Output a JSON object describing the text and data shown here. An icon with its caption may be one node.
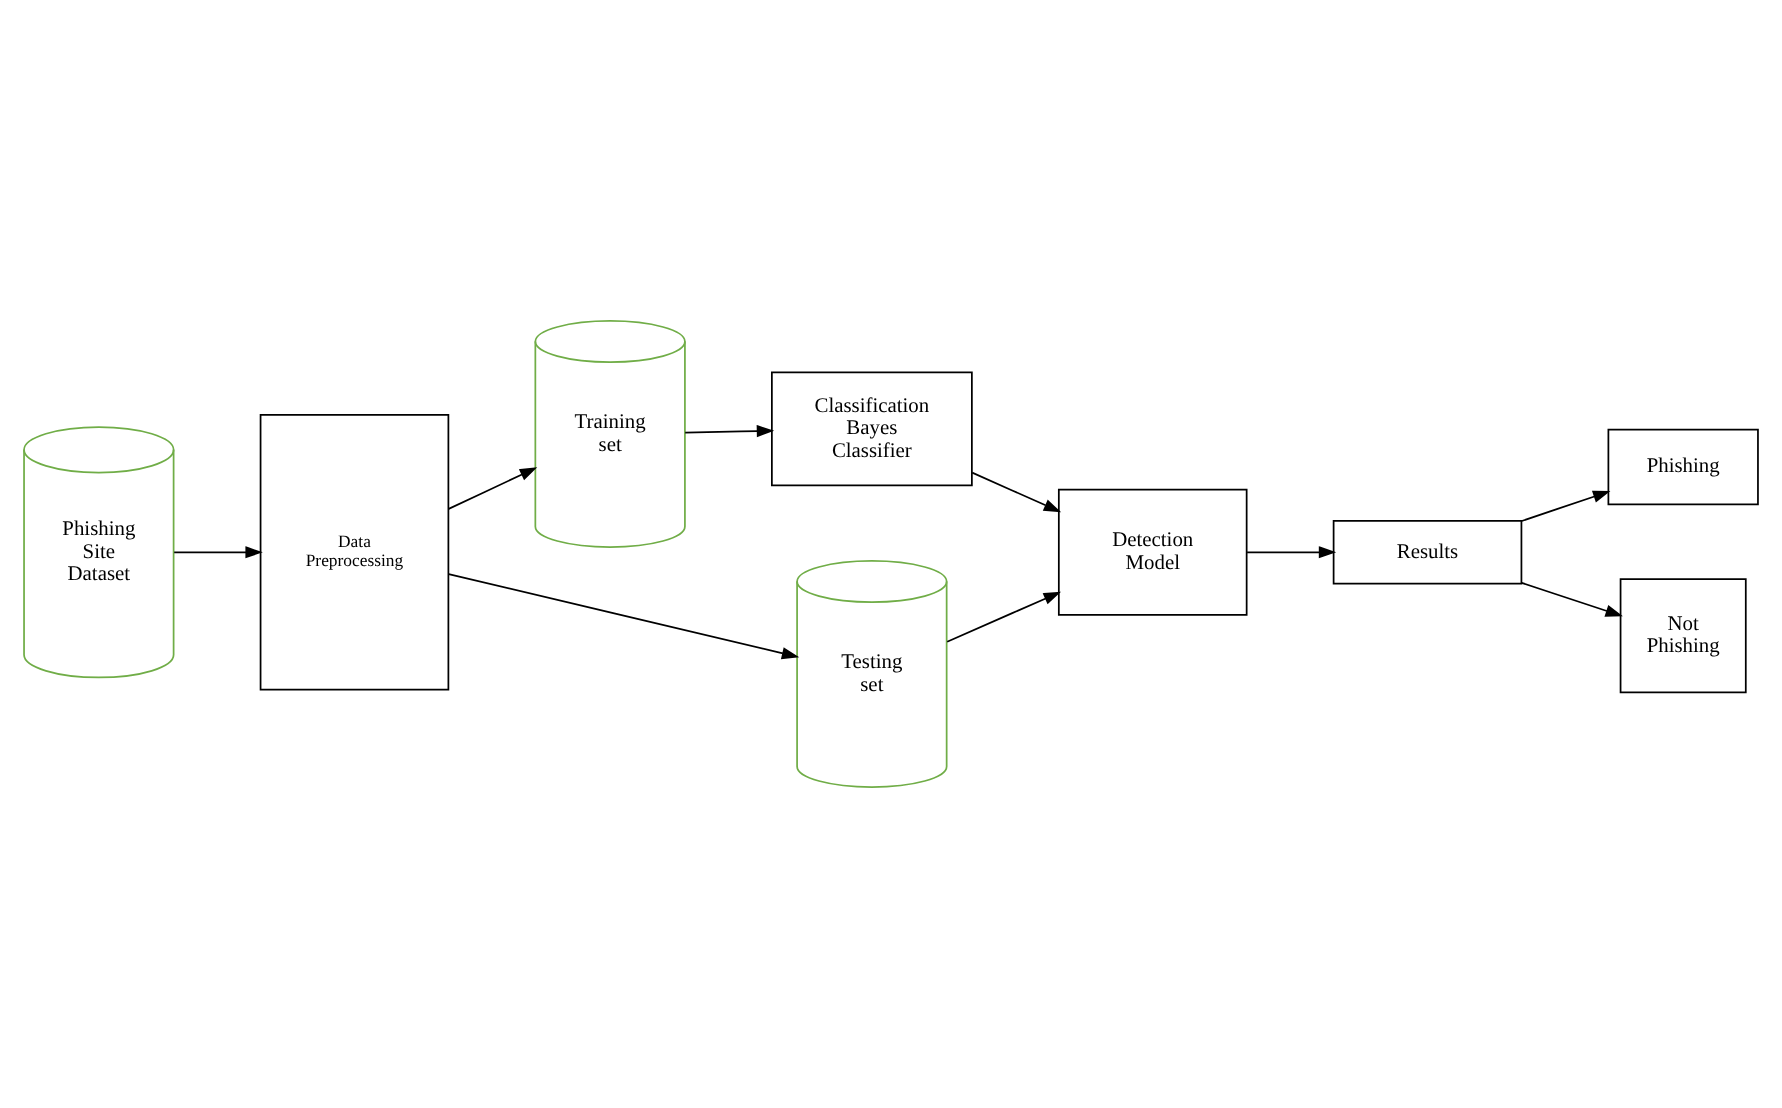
{
  "diagram": {
    "nodes": [
      {
        "text": [
          "Phishing Site Dataset"
        ]
      },
      {
        "text": [
          "Data Preprocessing"
        ]
      },
      {
        "text": [
          "Training set"
        ]
      },
      {
        "text": [
          "Testing set"
        ]
      },
      {
        "text": [
          "Classification Bayes Classifier"
        ]
      },
      {
        "text": [
          "Detection Model"
        ]
      },
      {
        "text": [
          "Results"
        ]
      },
      {
        "text": [
          "Phishing"
        ]
      },
      {
        "text": [
          "Not Phishing"
        ]
      }
    ],
    "edges": [
      {
        "from": 0,
        "to": 1,
        "arrow": "to"
      },
      {
        "from": 1,
        "to": 2,
        "arrow": "to"
      },
      {
        "from": 1,
        "to": 3,
        "arrow": "to"
      },
      {
        "from": 2,
        "to": 4,
        "arrow": "to"
      },
      {
        "from": 4,
        "to": 5,
        "arrow": "to"
      },
      {
        "from": 3,
        "to": 5,
        "arrow": "to"
      },
      {
        "from": 5,
        "to": 6,
        "arrow": "to"
      },
      {
        "from": 6,
        "to": 7,
        "arrow": "to"
      },
      {
        "from": 6,
        "to": 8,
        "arrow": "to"
      }
    ]
  }
}
